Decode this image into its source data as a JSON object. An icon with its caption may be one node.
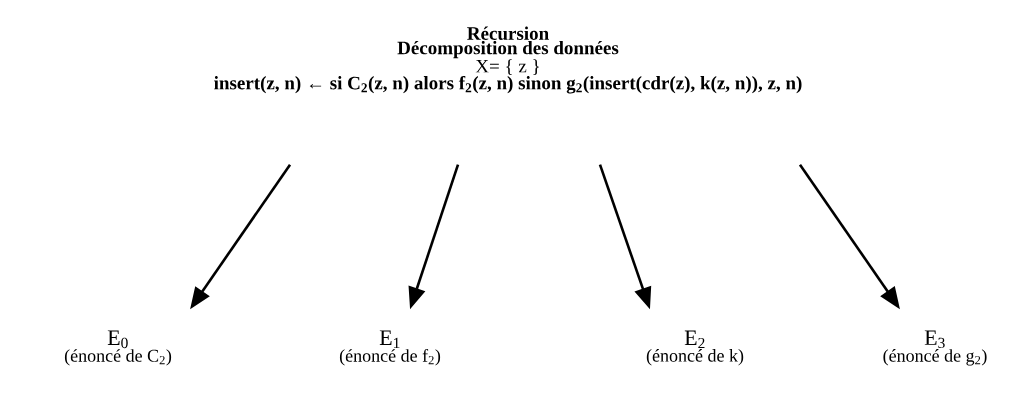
{
  "diagram": {
    "nodes": [
      {
        "text": [
          "Récursion",
          "Décomposition des données",
          "X= { z }",
          "insert(z, n) ← si C$_{2}$(z, n) alors f$_{2}$(z, n) sinon g$_{2}$(insert(cdr(z), k(z, n)), z, n)"
        ]
      },
      {
        "text": [
          "E$_{0}$",
          "(énoncé de C$_{2}$)"
        ]
      },
      {
        "text": [
          "E$_{1}$",
          "(énoncé de f$_{2}$)"
        ]
      },
      {
        "text": [
          "E$_{2}$",
          "(énoncé de k)"
        ]
      },
      {
        "text": [
          "E$_{3}$",
          "(énoncé de g$_{2}$)"
        ]
      }
    ],
    "edges": [
      {
        "from": 0,
        "to": 1,
        "arrow": "to"
      },
      {
        "from": 0,
        "to": 2,
        "arrow": "to"
      },
      {
        "from": 0,
        "to": 3,
        "arrow": "to"
      },
      {
        "from": 0,
        "to": 4,
        "arrow": "to"
      }
    ]
  }
}
